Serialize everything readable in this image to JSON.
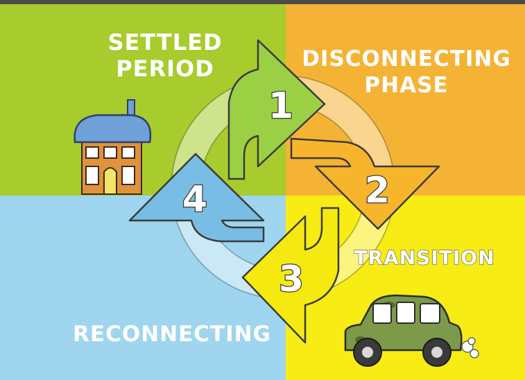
{
  "colors": {
    "top_bar": "#4a4a48",
    "settled": "#a8cc2e",
    "disconnecting": "#f5b335",
    "reconnecting": "#9fd5ef",
    "transition": "#f7ec14",
    "arrow_green": "#9bd045",
    "arrow_orange": "#f7b52c",
    "arrow_yellow": "#f5ea10",
    "arrow_blue": "#79bde4",
    "outline": "#3a3a3a"
  },
  "quadrants": {
    "settled": {
      "line1": "SETTLED",
      "line2": "PERIOD"
    },
    "disconnecting": {
      "line1": "DISCONNECTING",
      "line2": "PHASE"
    },
    "transition": {
      "line1": "TRANSITION"
    },
    "reconnecting": {
      "line1": "RECONNECTING"
    }
  },
  "steps": [
    "1",
    "2",
    "3",
    "4"
  ],
  "icons": {
    "house": "house-icon",
    "car": "camouflage-car-icon",
    "exhaust": "exhaust-puff-icon"
  }
}
